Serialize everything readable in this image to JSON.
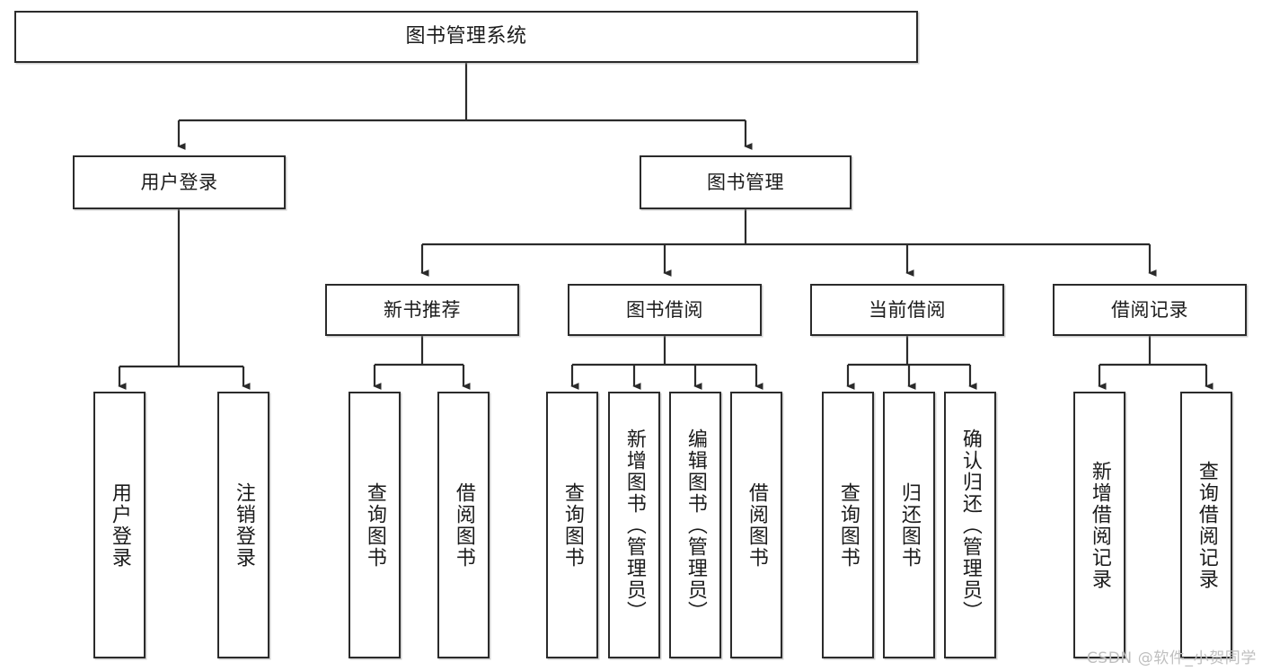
{
  "diagram": {
    "title": "图书管理系统",
    "type": "tree-hierarchy",
    "watermark": "CSDN @软件_小贺同学",
    "colors": {
      "stroke": "#2b2b2b",
      "fill": "#ffffff",
      "text": "#1b1b1b",
      "watermark": "#bfbfbf"
    },
    "nodes": {
      "root": {
        "label": "图书管理系统"
      },
      "level2": [
        {
          "id": "user-login",
          "label": "用户登录"
        },
        {
          "id": "book-manage",
          "label": "图书管理"
        }
      ],
      "level3": [
        {
          "id": "new-book-recommend",
          "label": "新书推荐"
        },
        {
          "id": "book-borrow",
          "label": "图书借阅"
        },
        {
          "id": "current-borrow",
          "label": "当前借阅"
        },
        {
          "id": "borrow-record",
          "label": "借阅记录"
        }
      ],
      "leaves": {
        "user_login": [
          {
            "id": "leaf-user-login",
            "label": "用户登录"
          },
          {
            "id": "leaf-logout-login",
            "label": "注销登录"
          }
        ],
        "new_book_recommend": [
          {
            "id": "leaf-query-book-1",
            "label": "查询图书"
          },
          {
            "id": "leaf-borrow-book-1",
            "label": "借阅图书"
          }
        ],
        "book_borrow": [
          {
            "id": "leaf-query-book-2",
            "label": "查询图书"
          },
          {
            "id": "leaf-add-book",
            "label": "新增图书（管理员）"
          },
          {
            "id": "leaf-edit-book",
            "label": "编辑图书（管理员）"
          },
          {
            "id": "leaf-borrow-book-2",
            "label": "借阅图书"
          }
        ],
        "current_borrow": [
          {
            "id": "leaf-query-book-3",
            "label": "查询图书"
          },
          {
            "id": "leaf-return-book",
            "label": "归还图书"
          },
          {
            "id": "leaf-confirm-return",
            "label": "确认归还（管理员）"
          }
        ],
        "borrow_record": [
          {
            "id": "leaf-add-record",
            "label": "新增借阅记录"
          },
          {
            "id": "leaf-query-record",
            "label": "查询借阅记录"
          }
        ]
      }
    }
  }
}
